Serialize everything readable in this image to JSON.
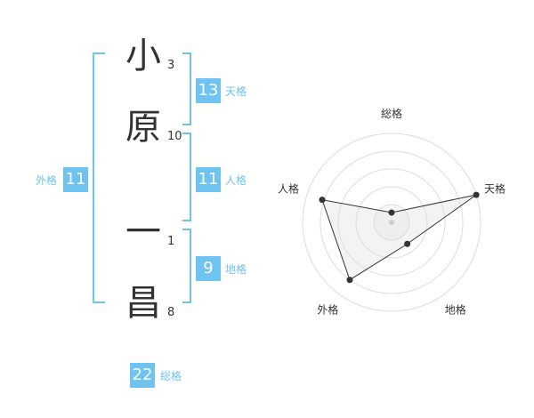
{
  "name": {
    "chars": [
      {
        "char": "小",
        "strokes": "3"
      },
      {
        "char": "原",
        "strokes": "10"
      },
      {
        "char": "一",
        "strokes": "1"
      },
      {
        "char": "昌",
        "strokes": "8"
      }
    ]
  },
  "fortune": {
    "tenkaku": {
      "value": "13",
      "label": "天格"
    },
    "jinkaku": {
      "value": "11",
      "label": "人格"
    },
    "chikaku": {
      "value": "9",
      "label": "地格"
    },
    "gaikaku": {
      "value": "11",
      "label": "外格"
    },
    "soukaku": {
      "value": "22",
      "label": "総格"
    }
  },
  "colors": {
    "accent": "#6ec3f1",
    "text": "#333333",
    "grid": "#dddddd"
  },
  "chart_data": {
    "type": "radar",
    "axes": [
      "総格",
      "天格",
      "地格",
      "外格",
      "人格"
    ],
    "values": [
      0.11,
      1.0,
      0.3,
      0.8,
      0.82
    ],
    "rings": 5
  }
}
